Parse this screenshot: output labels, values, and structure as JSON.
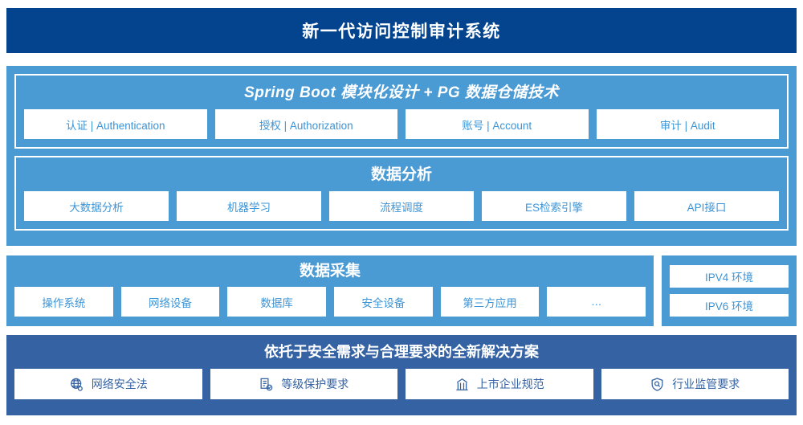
{
  "header": {
    "title": "新一代访问控制审计系统"
  },
  "platform": {
    "title": "Spring Boot 模块化设计 + PG 数据仓储技术",
    "modules": [
      {
        "label": "认证 | Authentication"
      },
      {
        "label": "授权 | Authorization"
      },
      {
        "label": "账号 | Account"
      },
      {
        "label": "审计 | Audit"
      }
    ]
  },
  "analytics": {
    "title": "数据分析",
    "modules": [
      {
        "label": "大数据分析"
      },
      {
        "label": "机器学习"
      },
      {
        "label": "流程调度"
      },
      {
        "label": "ES检索引擎"
      },
      {
        "label": "API接口"
      }
    ]
  },
  "collection": {
    "title": "数据采集",
    "sources": [
      {
        "label": "操作系统"
      },
      {
        "label": "网络设备"
      },
      {
        "label": "数据库"
      },
      {
        "label": "安全设备"
      },
      {
        "label": "第三方应用"
      },
      {
        "label": "…"
      }
    ]
  },
  "environment": {
    "items": [
      {
        "label": "IPV4 环境"
      },
      {
        "label": "IPV6 环境"
      }
    ]
  },
  "compliance": {
    "title": "依托于安全需求与合理要求的全新解决方案",
    "items": [
      {
        "label": "网络安全法",
        "icon": "globe-network-icon"
      },
      {
        "label": "等级保护要求",
        "icon": "document-check-icon"
      },
      {
        "label": "上市企业规范",
        "icon": "bank-building-icon"
      },
      {
        "label": "行业监管要求",
        "icon": "shield-search-icon"
      }
    ]
  },
  "colors": {
    "title_bar": "#04448f",
    "panel_light": "#4a9ad4",
    "panel_mid": "#3462a3",
    "chip_text": "#3d94d6",
    "chip_icon_text": "#3462a3"
  }
}
